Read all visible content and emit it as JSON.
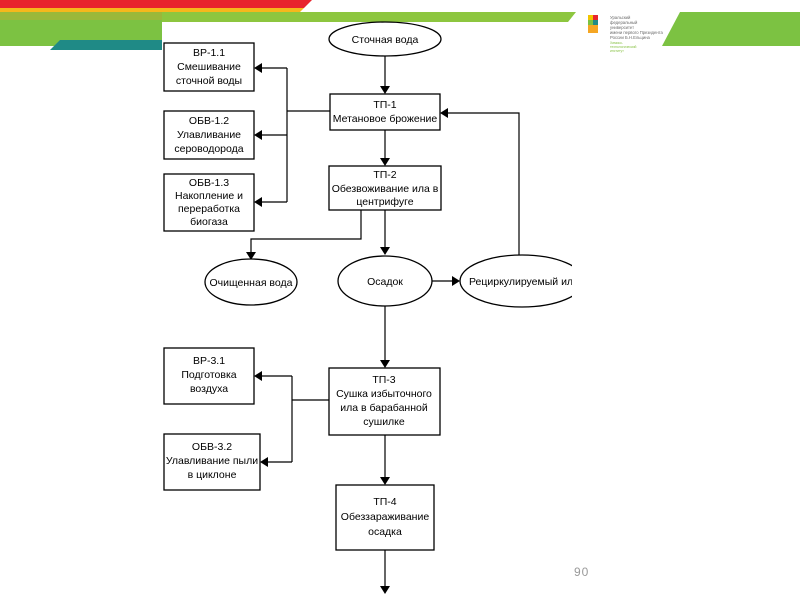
{
  "header": {
    "logo_lines": [
      "Уральский",
      "федеральный",
      "университет",
      "имени первого Президента",
      "России Б.Н.Ельцина"
    ],
    "logo_sub_lines": [
      "Химико-",
      "технологический",
      "институт"
    ]
  },
  "diagram": {
    "nodes": {
      "wastewater": "Сточная вода",
      "tp1": [
        "ТП-1",
        "Метановое брожение"
      ],
      "tp2": [
        "ТП-2",
        "Обезвоживание ила в",
        "центрифуге"
      ],
      "vr11": [
        "ВР-1.1",
        "Смешивание",
        "сточной воды"
      ],
      "obv12": [
        "ОБВ-1.2",
        "Улавливание",
        "сероводорода"
      ],
      "obv13": [
        "ОБВ-1.3",
        "Накопление и",
        "переработка",
        "биогаза"
      ],
      "cleaned_water": "Очищенная вода",
      "sediment": "Осадок",
      "recycled": "Рециркулируемый ил",
      "vr31": [
        "ВР-3.1",
        "Подготовка",
        "воздуха"
      ],
      "obv32": [
        "ОБВ-3.2",
        "Улавливание пыли",
        "в циклоне"
      ],
      "tp3": [
        "ТП-3",
        "Сушка избыточного",
        "ила в барабанной",
        "сушилке"
      ],
      "tp4": [
        "ТП-4",
        "Обеззараживание",
        "осадка"
      ]
    }
  },
  "footer": {
    "page_number": "90"
  },
  "colors": {
    "green": "#7cc242",
    "red": "#e8242d",
    "teal": "#1f7d7a",
    "yellow": "#f1c400"
  }
}
